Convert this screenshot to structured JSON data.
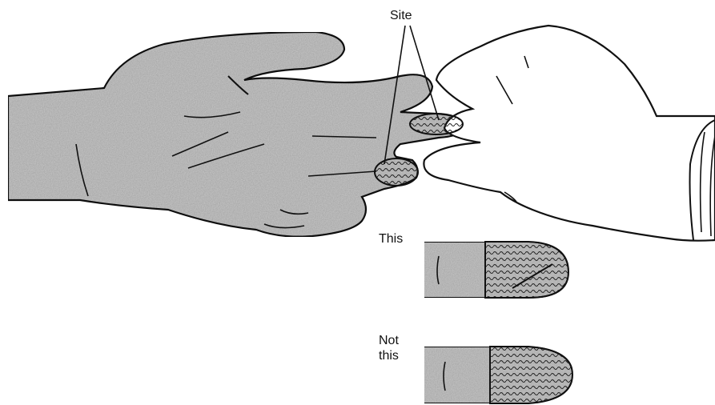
{
  "labels": {
    "site": "Site",
    "this": "This",
    "not_this_line1": "Not",
    "not_this_line2": "this"
  },
  "colors": {
    "ink": "#111111",
    "patient_hand_fill": "#c9c9c9",
    "clinician_glove_fill": "#ffffff",
    "fingertip_fill": "#bdbdbd"
  },
  "icons": {
    "patient_hand": "patient-hand-illustration",
    "clinician_hand": "gloved-hand-illustration",
    "correct_site": "fingertip-side-puncture-icon",
    "incorrect_site": "fingertip-center-puncture-icon"
  }
}
